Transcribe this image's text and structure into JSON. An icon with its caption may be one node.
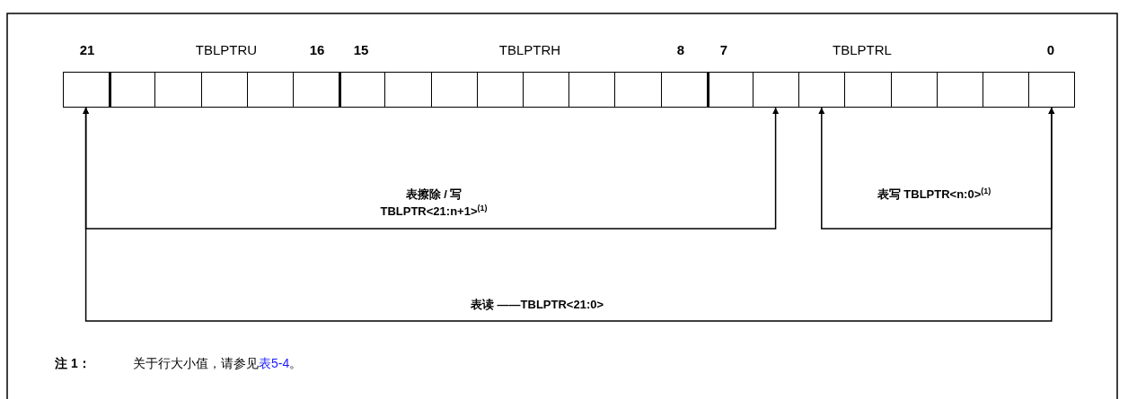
{
  "diagram": {
    "nodes": [
      {
        "text": [],
        "shape": "box"
      },
      {
        "text": [],
        "shape": "box"
      },
      {
        "text": [],
        "shape": "box"
      },
      {
        "text": [],
        "shape": "box"
      },
      {
        "text": [],
        "shape": "box"
      },
      {
        "text": [],
        "shape": "box"
      },
      {
        "text": [],
        "shape": "box"
      },
      {
        "text": [],
        "shape": "box"
      },
      {
        "text": [],
        "shape": "box"
      },
      {
        "text": [],
        "shape": "box"
      },
      {
        "text": [],
        "shape": "box"
      },
      {
        "text": [],
        "shape": "box"
      },
      {
        "text": [],
        "shape": "box"
      },
      {
        "text": [],
        "shape": "box"
      },
      {
        "text": [],
        "shape": "box"
      },
      {
        "text": [],
        "shape": "box"
      },
      {
        "text": [],
        "shape": "box"
      },
      {
        "text": [],
        "shape": "box"
      },
      {
        "text": [],
        "shape": "box"
      },
      {
        "text": [],
        "shape": "box"
      },
      {
        "text": [],
        "shape": "box"
      },
      {
        "text": [],
        "shape": "box"
      }
    ],
    "edges": [
      {
        "from": 0,
        "to": 15,
        "arrow": "both",
        "label": "表擦除 / 写 TBLPTR<21:n+1>$^{(1)}$"
      },
      {
        "from": 16,
        "to": 21,
        "arrow": "both",
        "label": "表写 TBLPTR<n:0>$^{(1)}$"
      },
      {
        "from": 0,
        "to": 21,
        "arrow": "both",
        "label": "表读 ——TBLPTR<21:0>"
      }
    ],
    "labels": [
      "21",
      "TBLPTRU",
      "16",
      "15",
      "TBLPTRH",
      "8",
      "7",
      "TBLPTRL",
      "0",
      "注 1：",
      "关于行大小值，请参见",
      "表5-4",
      "。"
    ]
  }
}
